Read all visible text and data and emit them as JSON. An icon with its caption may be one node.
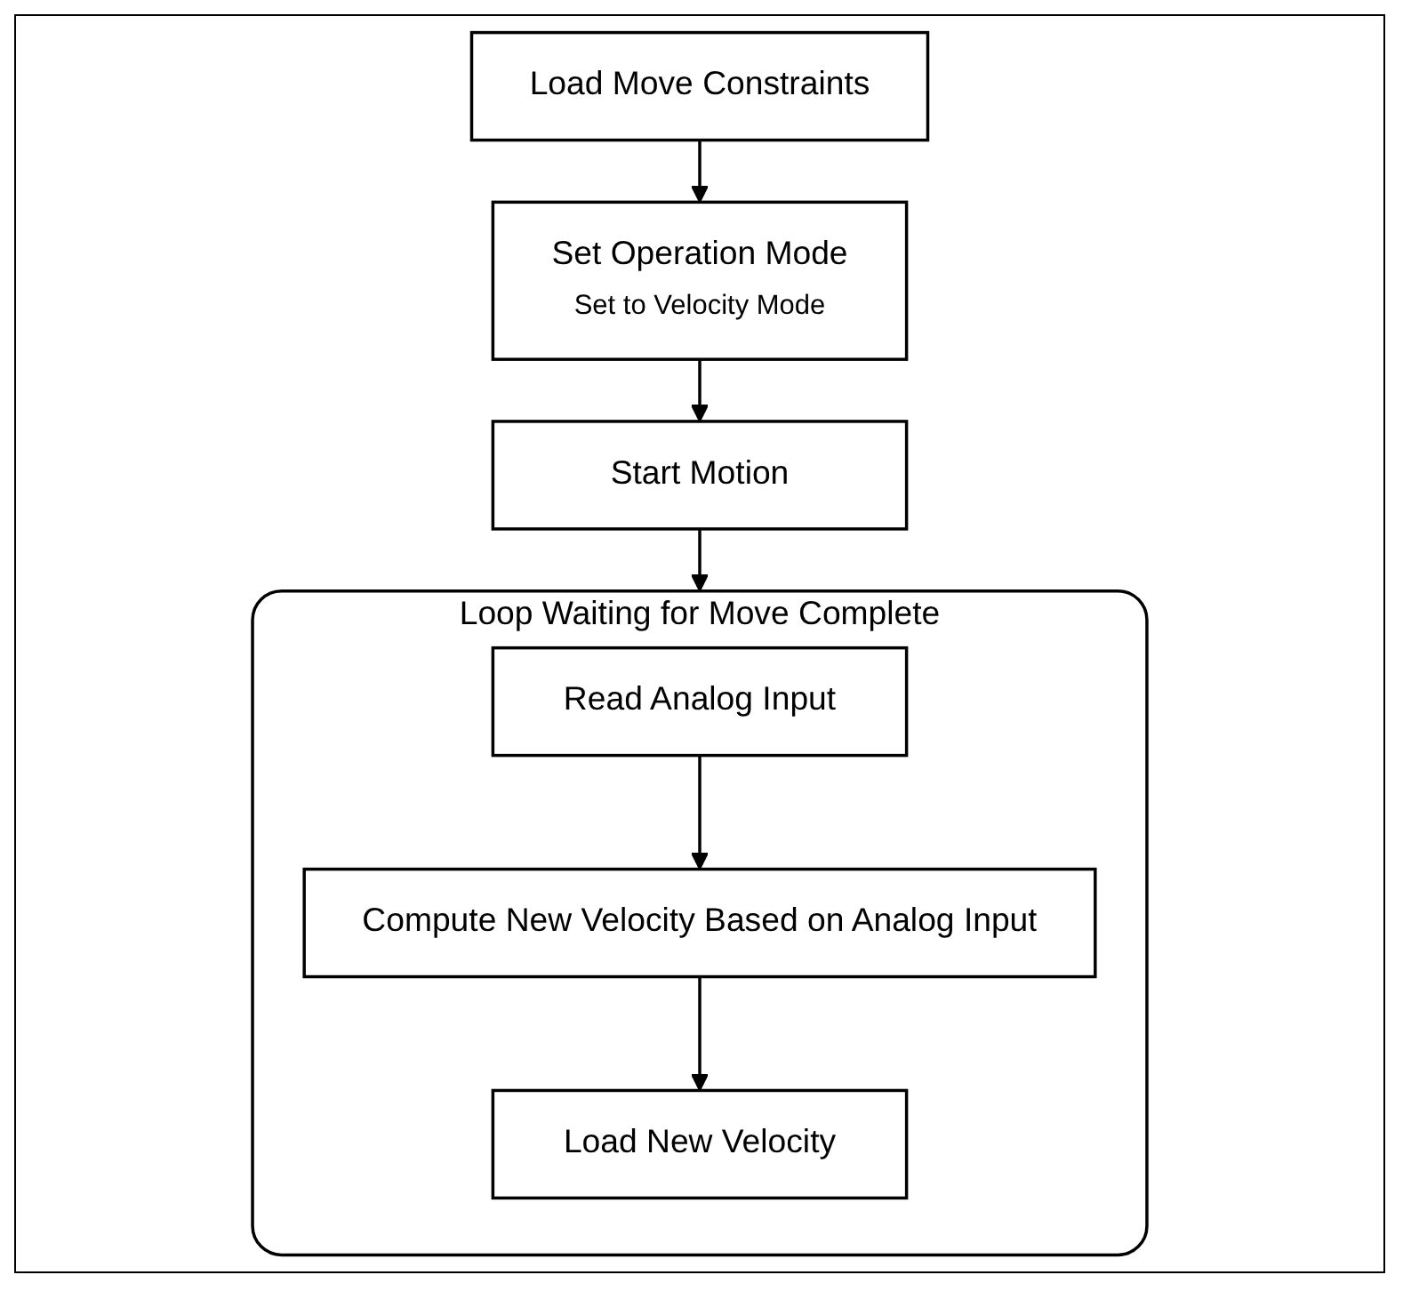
{
  "diagram": {
    "nodes": [
      {
        "text": [
          "Load Move Constraints"
        ]
      },
      {
        "text": [
          "Set Operation Mode",
          "Set to Velocity Mode"
        ]
      },
      {
        "text": [
          "Start Motion"
        ]
      },
      {
        "text": [
          "Loop Waiting for Move Complete"
        ]
      },
      {
        "text": [
          "Read Analog Input"
        ],
        "in": 3
      },
      {
        "text": [
          "Compute New Velocity Based on Analog Input"
        ],
        "in": 3
      },
      {
        "text": [
          "Load New Velocity"
        ],
        "in": 3
      }
    ],
    "edges": [
      {
        "from": 0,
        "to": 1,
        "arrow": "to"
      },
      {
        "from": 1,
        "to": 2,
        "arrow": "to"
      },
      {
        "from": 2,
        "to": 3,
        "arrow": "to"
      },
      {
        "from": 4,
        "to": 5,
        "arrow": "to"
      },
      {
        "from": 5,
        "to": 6,
        "arrow": "to"
      }
    ]
  }
}
